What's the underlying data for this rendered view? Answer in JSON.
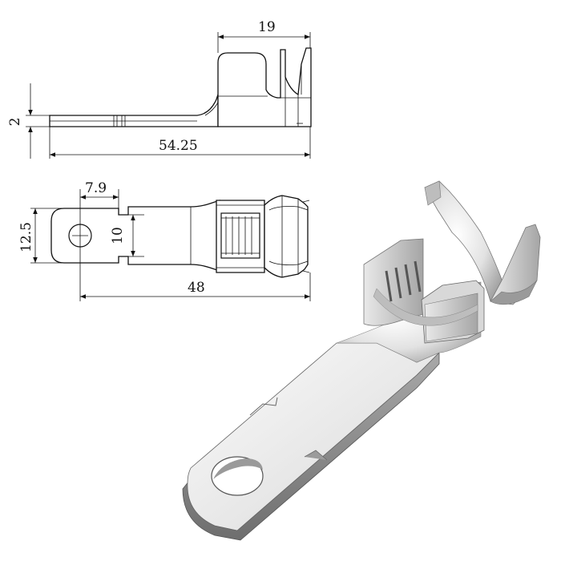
{
  "dimensions": {
    "top_width": "19",
    "thickness": "2",
    "overall_length": "54.25",
    "hole_offset": "7.9",
    "lug_width": "12.5",
    "neck_width": "10",
    "plan_length": "48"
  },
  "colors": {
    "line": "#111111",
    "background": "#ffffff",
    "metal_light": "#f4f4f4",
    "metal_mid": "#c9c9c9",
    "metal_dark": "#8a8a8a"
  }
}
